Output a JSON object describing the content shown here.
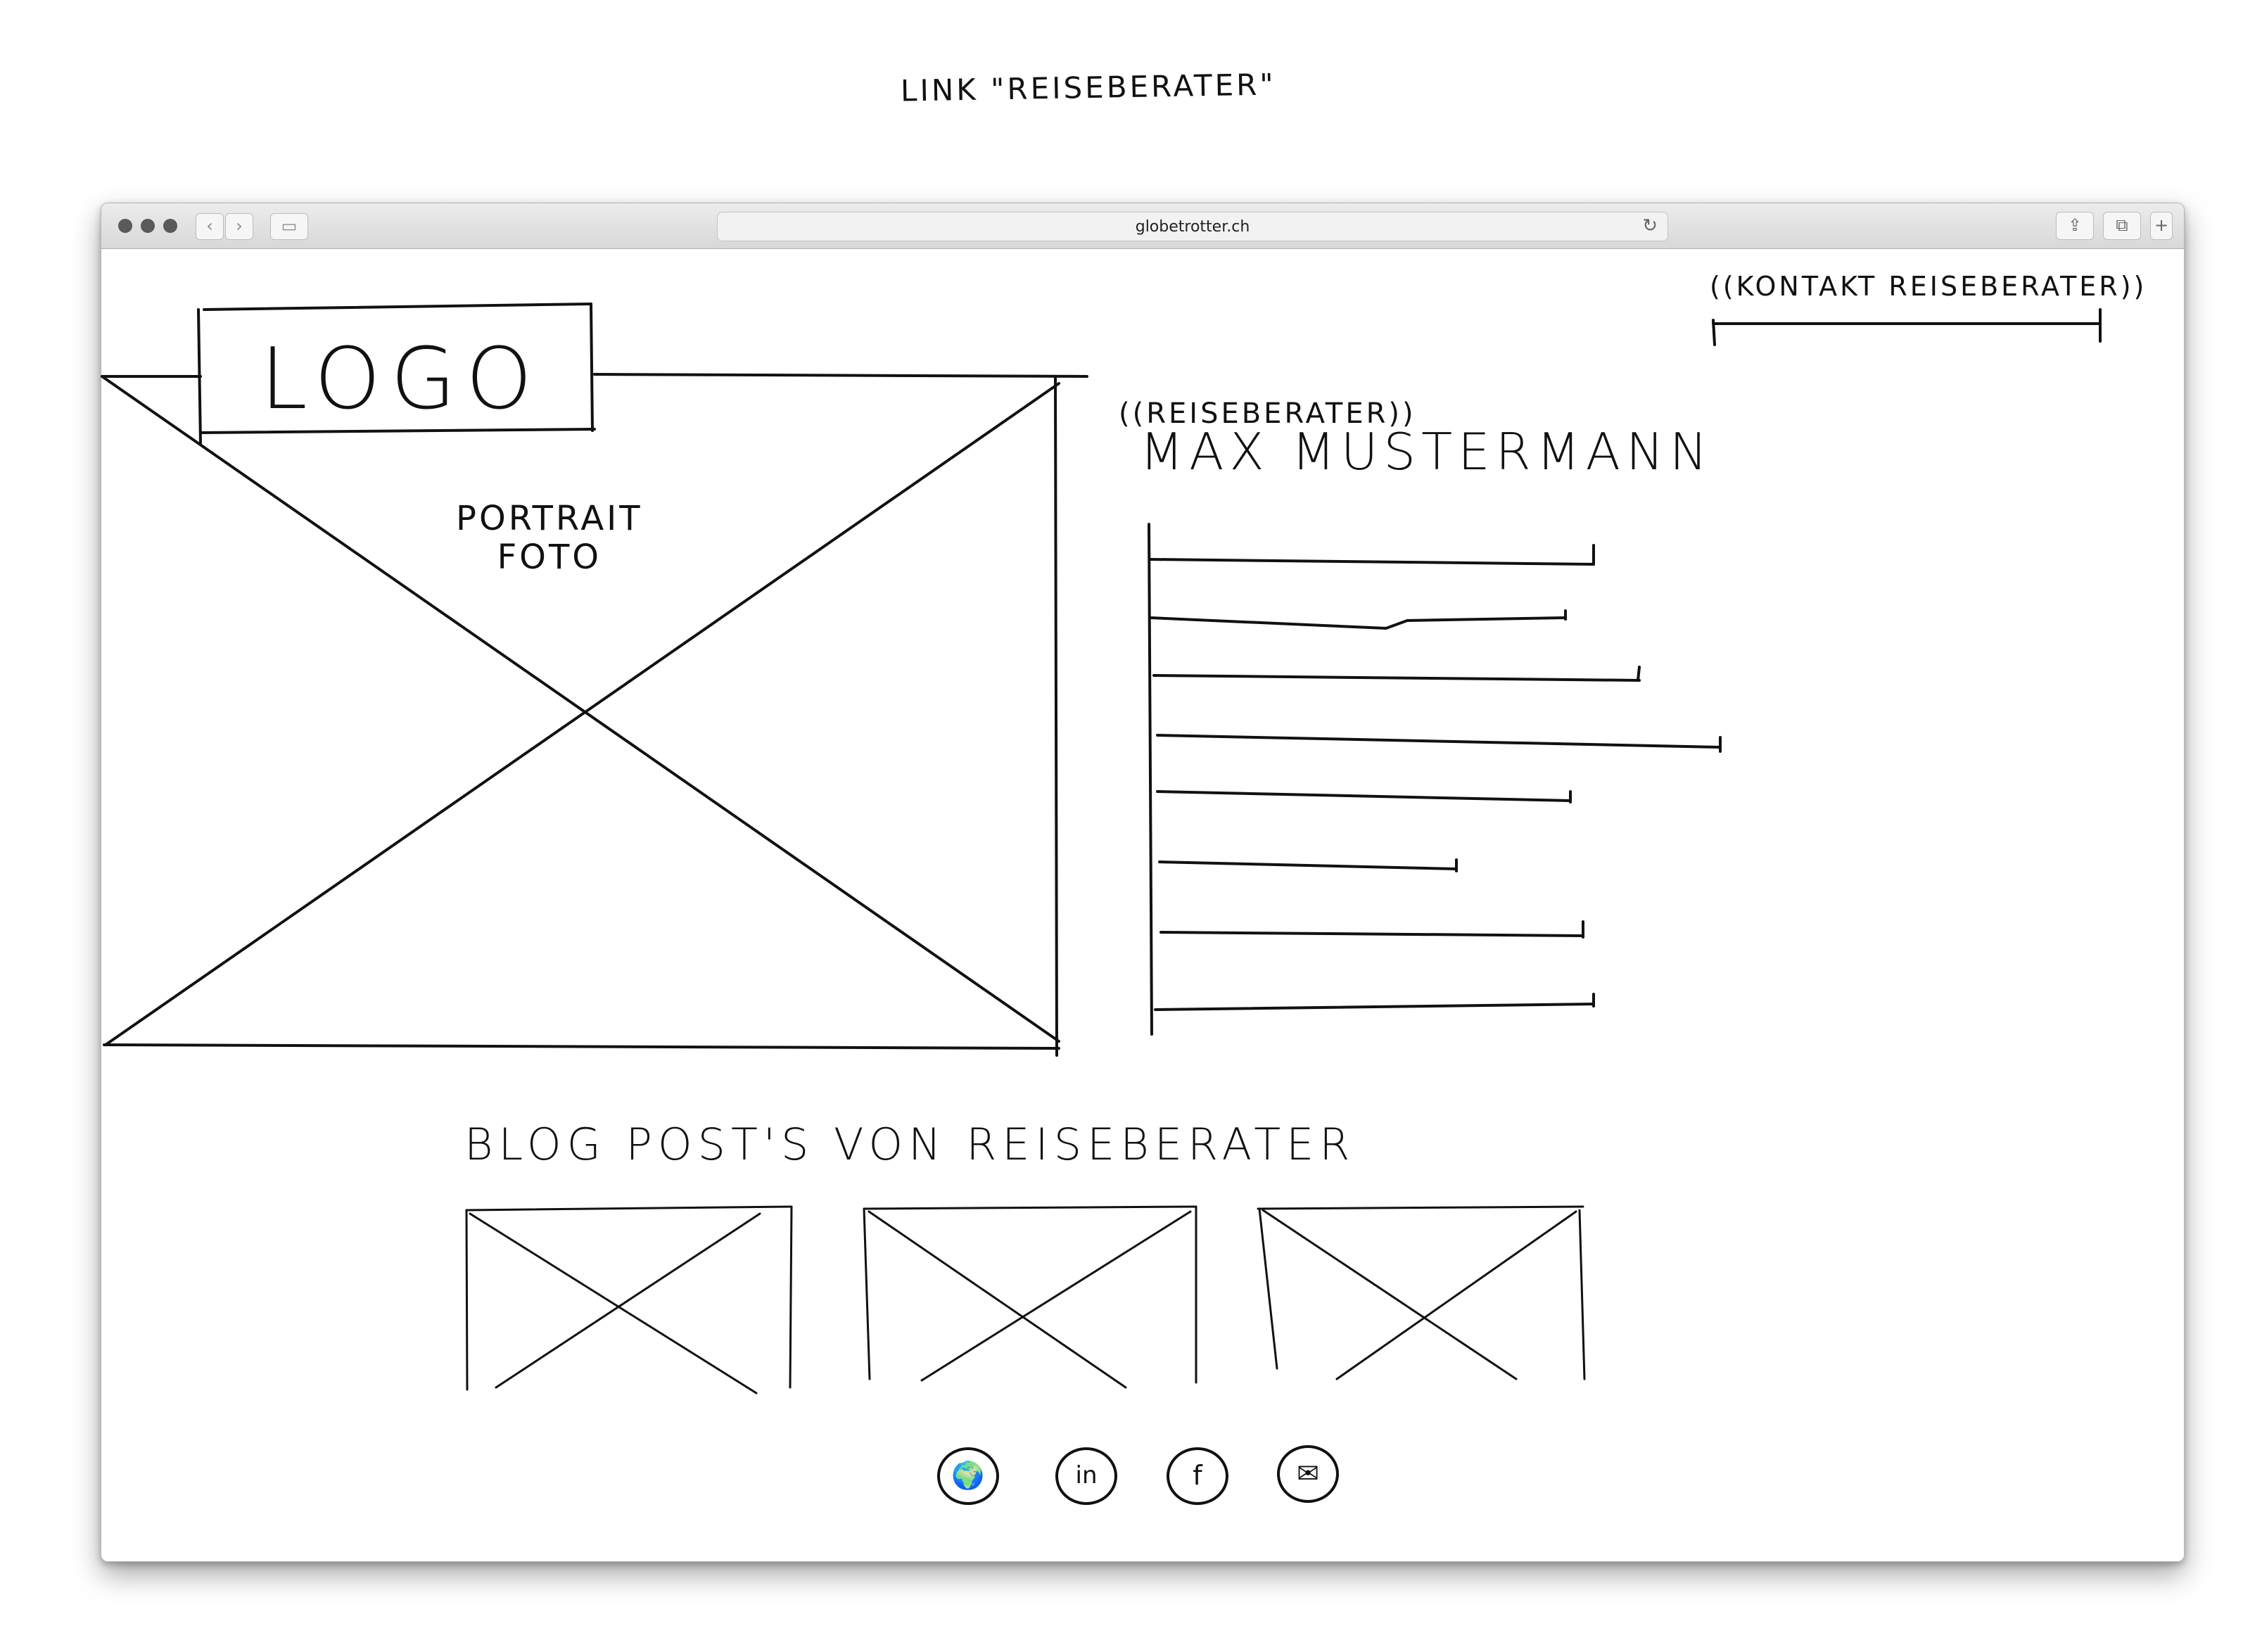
{
  "annotation": {
    "top_note": "LINK \"REISEBERATER\""
  },
  "browser": {
    "url": "globetrotter.ch",
    "reload_icon": "↻",
    "back_icon": "‹",
    "forward_icon": "›",
    "sidebar_icon": "▭",
    "share_icon": "⇪",
    "tabs_icon": "⧉",
    "new_tab_icon": "+"
  },
  "page": {
    "logo": "LOGO",
    "portrait_label_line1": "PORTRAIT",
    "portrait_label_line2": "FOTO",
    "advisor_tag": "((REISEBERATER))",
    "advisor_name": "MAX MUSTERMANN",
    "contact_link": "((KONTAKT REISEBERATER))",
    "blog_heading": "BLOG POST'S VON REISEBERATER",
    "social_icons": [
      {
        "name": "globe",
        "glyph": "🌍"
      },
      {
        "name": "linkedin",
        "glyph": "in"
      },
      {
        "name": "facebook",
        "glyph": "f"
      },
      {
        "name": "mail",
        "glyph": "✉"
      }
    ]
  }
}
